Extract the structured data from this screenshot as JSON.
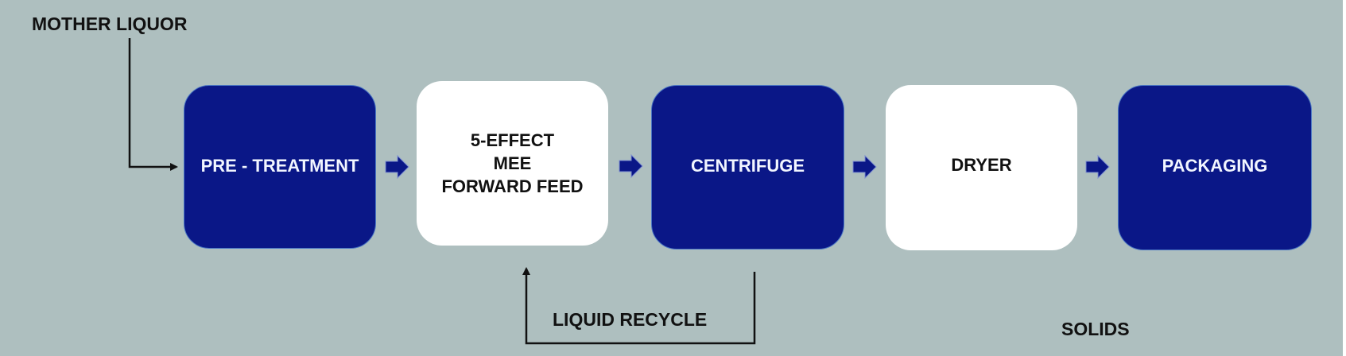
{
  "diagram": {
    "title": "Process flow diagram",
    "input_label": "MOTHER LIQUOR",
    "recycle_label": "LIQUID RECYCLE",
    "output_label": "SOLIDS",
    "steps": [
      {
        "id": "pre-treatment",
        "label": "PRE - TREATMENT",
        "style": "dark"
      },
      {
        "id": "mee",
        "label": "5-EFFECT\nMEE\nFORWARD FEED",
        "lines": [
          "5-EFFECT",
          "MEE",
          "FORWARD FEED"
        ],
        "style": "light"
      },
      {
        "id": "centrifuge",
        "label": "CENTRIFUGE",
        "style": "dark"
      },
      {
        "id": "dryer",
        "label": "DRYER",
        "style": "light"
      },
      {
        "id": "packaging",
        "label": "PACKAGING",
        "style": "dark"
      }
    ],
    "connections": [
      {
        "from": "MOTHER LIQUOR",
        "to": "pre-treatment",
        "type": "feed"
      },
      {
        "from": "pre-treatment",
        "to": "mee",
        "type": "flow"
      },
      {
        "from": "mee",
        "to": "centrifuge",
        "type": "flow"
      },
      {
        "from": "centrifuge",
        "to": "dryer",
        "type": "flow"
      },
      {
        "from": "dryer",
        "to": "packaging",
        "type": "flow"
      },
      {
        "from": "centrifuge",
        "to": "mee",
        "type": "recycle",
        "label": "LIQUID RECYCLE"
      }
    ],
    "colors": {
      "background": "#aebfbf",
      "dark_box": "#0a1787",
      "light_box": "#ffffff",
      "flow_arrow": "#0a1787",
      "line": "#111111"
    }
  }
}
